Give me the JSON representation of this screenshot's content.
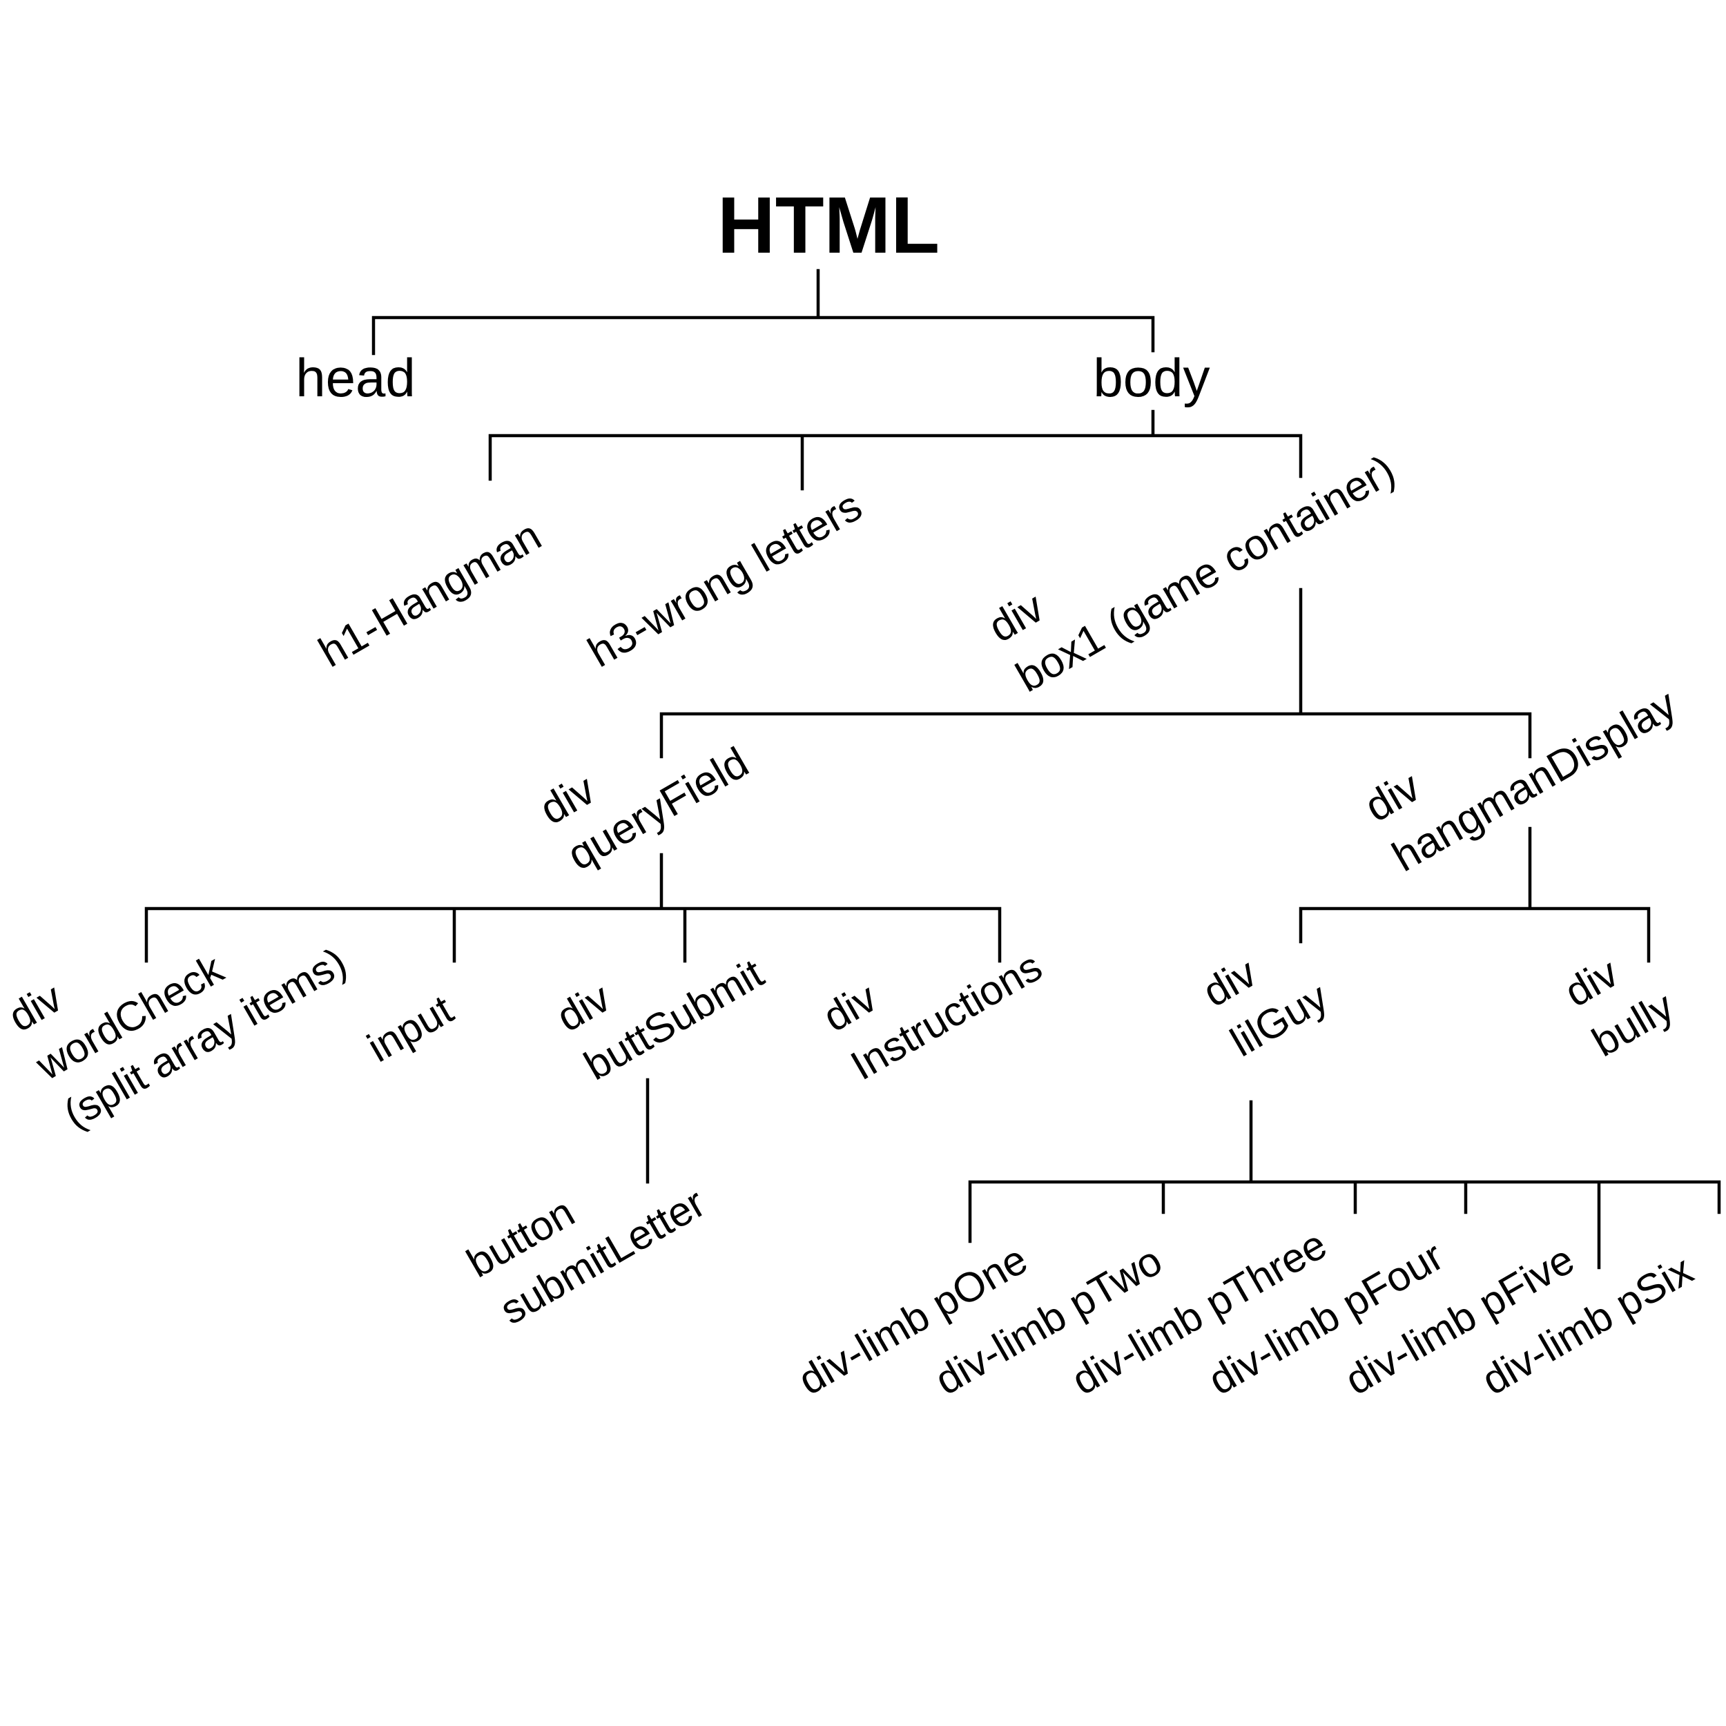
{
  "tree": {
    "root": "HTML",
    "head": "head",
    "body": "body",
    "h1": "h1-Hangman",
    "h3": "h3-wrong letters",
    "box1": {
      "line1": "div",
      "line2": "box1 (game container)"
    },
    "queryField": {
      "line1": "div",
      "line2": "queryField"
    },
    "hangmanDisplay": {
      "line1": "div",
      "line2": "hangmanDisplay"
    },
    "wordCheck": {
      "line1": "div",
      "line2": "wordCheck",
      "line3": "(split array items)"
    },
    "input": "input",
    "buttSubmit": {
      "line1": "div",
      "line2": "buttSubmit"
    },
    "instructions": {
      "line1": "div",
      "line2": "Instructions"
    },
    "submitLetter": {
      "line1": "button",
      "line2": "submitLetter"
    },
    "lilGuy": {
      "line1": "div",
      "line2": "lilGuy"
    },
    "bully": {
      "line1": "div",
      "line2": "bully"
    },
    "limbs": [
      "div-limb pOne",
      "div-limb pTwo",
      "div-limb pThree",
      "div-limb pFour",
      "div-limb pFive",
      "div-limb pSix"
    ]
  }
}
